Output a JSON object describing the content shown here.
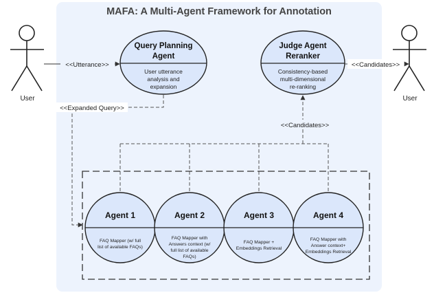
{
  "title": "MAFA: A Multi-Agent Framework for Annotation",
  "actors": {
    "left": {
      "label": "User"
    },
    "right": {
      "label": "User"
    }
  },
  "query_planner": {
    "title_line1": "Query Planning",
    "title_line2": "Agent",
    "desc_line1": "User utterance",
    "desc_line2": "analysis and",
    "desc_line3": "expansion"
  },
  "judge": {
    "title_line1": "Judge Agent",
    "title_line2": "Reranker",
    "desc_line1": "Consistency-based",
    "desc_line2": "multi-dimensional",
    "desc_line3": "re-ranking"
  },
  "edges": {
    "utterance": "<<Utterance>>",
    "candidates_out": "<<Candidates>>",
    "expanded_query": "<<Expanded Query>>",
    "candidates_in": "<<Candidates>>"
  },
  "agents": [
    {
      "title": "Agent 1",
      "desc_line1": "FAQ Mapper (w/ full",
      "desc_line2": "list of available FAQs)",
      "desc_line3": "",
      "desc_line4": ""
    },
    {
      "title": "Agent 2",
      "desc_line1": "FAQ Mapper with",
      "desc_line2": "Answers context (w/",
      "desc_line3": "full list of available",
      "desc_line4": "FAQs)"
    },
    {
      "title": "Agent 3",
      "desc_line1": "FAQ Mapper +",
      "desc_line2": "Embeddings Retrieval",
      "desc_line3": "",
      "desc_line4": ""
    },
    {
      "title": "Agent 4",
      "desc_line1": "FAQ Mapper with",
      "desc_line2": "Answer context+",
      "desc_line3": "Embeddings Retrieval",
      "desc_line4": ""
    }
  ],
  "colors": {
    "panel": "#edf3fd",
    "node_fill": "#dbe7fb",
    "stroke": "#222222",
    "dash": "#555555"
  }
}
